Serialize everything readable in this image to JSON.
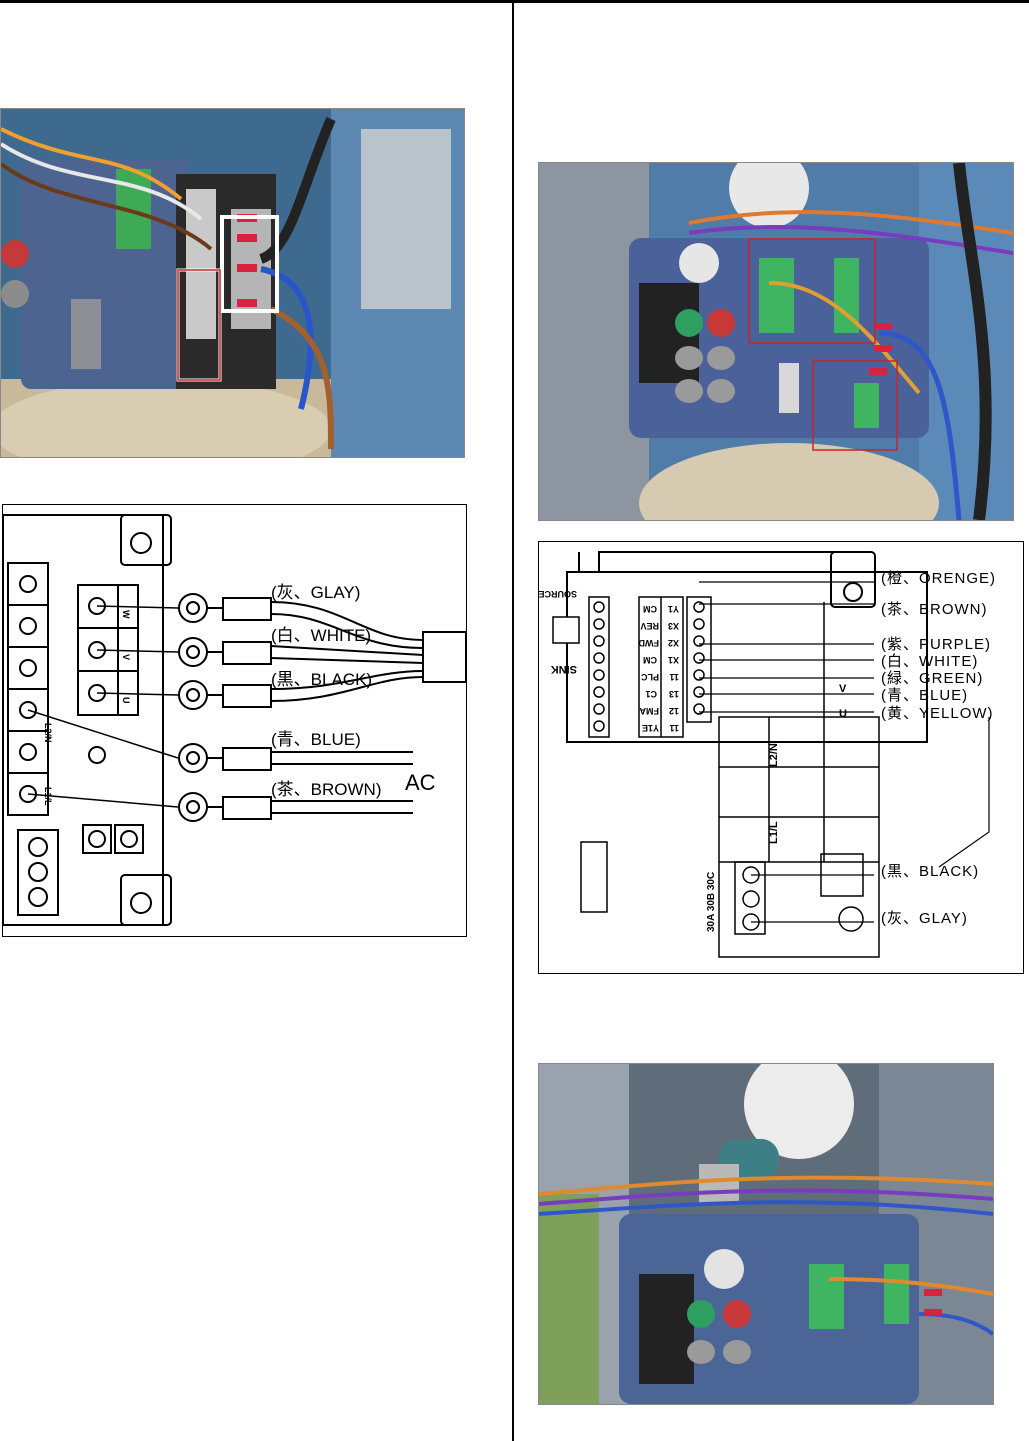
{
  "diagram_left": {
    "labels": [
      "(灰、GLAY)",
      "(白、WHITE)",
      "(黒、BLACK)",
      "(青、BLUE)",
      "(茶、BROWN)"
    ],
    "ac": "AC",
    "terminals": [
      "W",
      "V",
      "U",
      "L2/N",
      "L1/L"
    ]
  },
  "diagram_right": {
    "labels": [
      "(橙、ORENGE)",
      "(茶、BROWN)",
      "(紫、PURPLE)",
      "(白、WHITE)",
      "(緑、GREEN)",
      "(青、BLUE)",
      "(黄、YELLOW)",
      "(黒、BLACK)",
      "(灰、GLAY)"
    ],
    "source": "SOURCE",
    "sink": "SINK",
    "relay": "30A 30B 30C",
    "ctrl_terms": [
      "CM",
      "REV",
      "FWD",
      "CM",
      "PLC",
      "C1",
      "FMA",
      "Y1E",
      "Y1",
      "X3",
      "X2",
      "X1",
      "11",
      "13",
      "12",
      "11"
    ],
    "terminals": [
      "V",
      "U",
      "L2/N",
      "L1/L"
    ]
  }
}
